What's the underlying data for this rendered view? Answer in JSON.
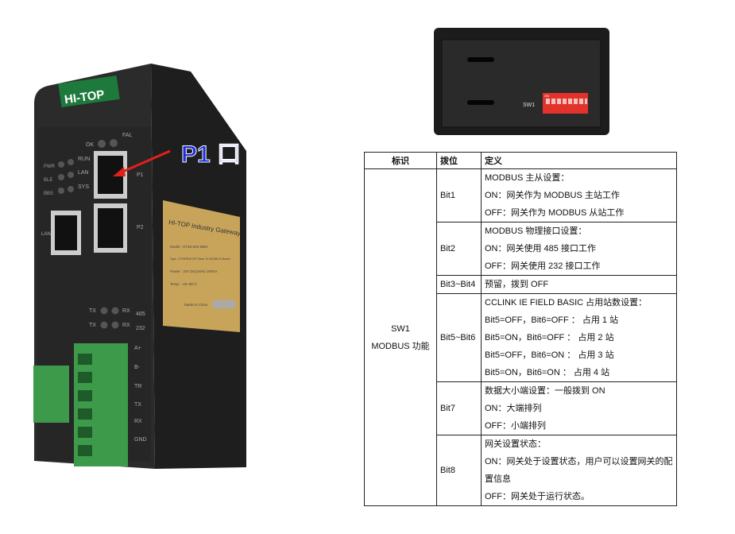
{
  "device_front": {
    "brand": "HI-TOP",
    "callout": "P1 口",
    "leds_left": [
      "PWR",
      "BLE",
      "BBS"
    ],
    "leds_right": [
      "RUN",
      "LAN",
      "SYS"
    ],
    "led_top": [
      "OK",
      "FAL"
    ],
    "ports": [
      "P1",
      "P2",
      "LAN"
    ],
    "serial_leds": [
      {
        "tx": "TX",
        "rx": "RX",
        "label": "485"
      },
      {
        "tx": "TX",
        "rx": "RX",
        "label": "232"
      }
    ],
    "terminals": [
      "A+",
      "B-",
      "TR",
      "TX",
      "RX",
      "GND"
    ],
    "nameplate": {
      "title": "HI-TOP Industry Gateway",
      "lines": [
        "Model : HT3S-EIS-MBS",
        "Type : ETHERNET/IP Slave To MODBUS Master",
        "Power : 24V DC(±5%)  100mA",
        "Temp : -40~85°C"
      ],
      "made": "Made in China"
    }
  },
  "device_bottom": {
    "switch_label": "SW1",
    "dip_on": "ON",
    "dip_numbers": [
      "1",
      "2",
      "3",
      "4",
      "5",
      "6",
      "7",
      "8"
    ]
  },
  "table": {
    "headers": [
      "标识",
      "拨位",
      "定义"
    ],
    "id_cell": [
      "SW1",
      "MODBUS 功能"
    ],
    "rows": [
      {
        "bit": "Bit1",
        "lines": [
          "MODBUS 主从设置：",
          "ON：网关作为 MODBUS 主站工作",
          "OFF：网关作为 MODBUS 从站工作"
        ]
      },
      {
        "bit": "Bit2",
        "lines": [
          "MODBUS 物理接口设置：",
          "ON：网关使用 485 接口工作",
          "OFF：网关使用 232 接口工作"
        ]
      },
      {
        "bit": "Bit3~Bit4",
        "lines": [
          "预留，拨到 OFF"
        ]
      },
      {
        "bit": "Bit5~Bit6",
        "lines": [
          "CCLINK IE FIELD BASIC 占用站数设置：",
          "Bit5=OFF，Bit6=OFF ： 占用 1 站",
          "Bit5=ON，Bit6=OFF ： 占用 2 站",
          "Bit5=OFF，Bit6=ON ： 占用 3 站",
          "Bit5=ON，Bit6=ON ： 占用 4 站"
        ]
      },
      {
        "bit": "Bit7",
        "lines": [
          "数据大小端设置：一般拨到 ON",
          "ON：大端排列",
          "OFF：小端排列"
        ]
      },
      {
        "bit": "Bit8",
        "lines": [
          "网关设置状态：",
          "ON：网关处于设置状态，用户可以设置网关的配置信息",
          "OFF：网关处于运行状态。"
        ]
      }
    ]
  }
}
